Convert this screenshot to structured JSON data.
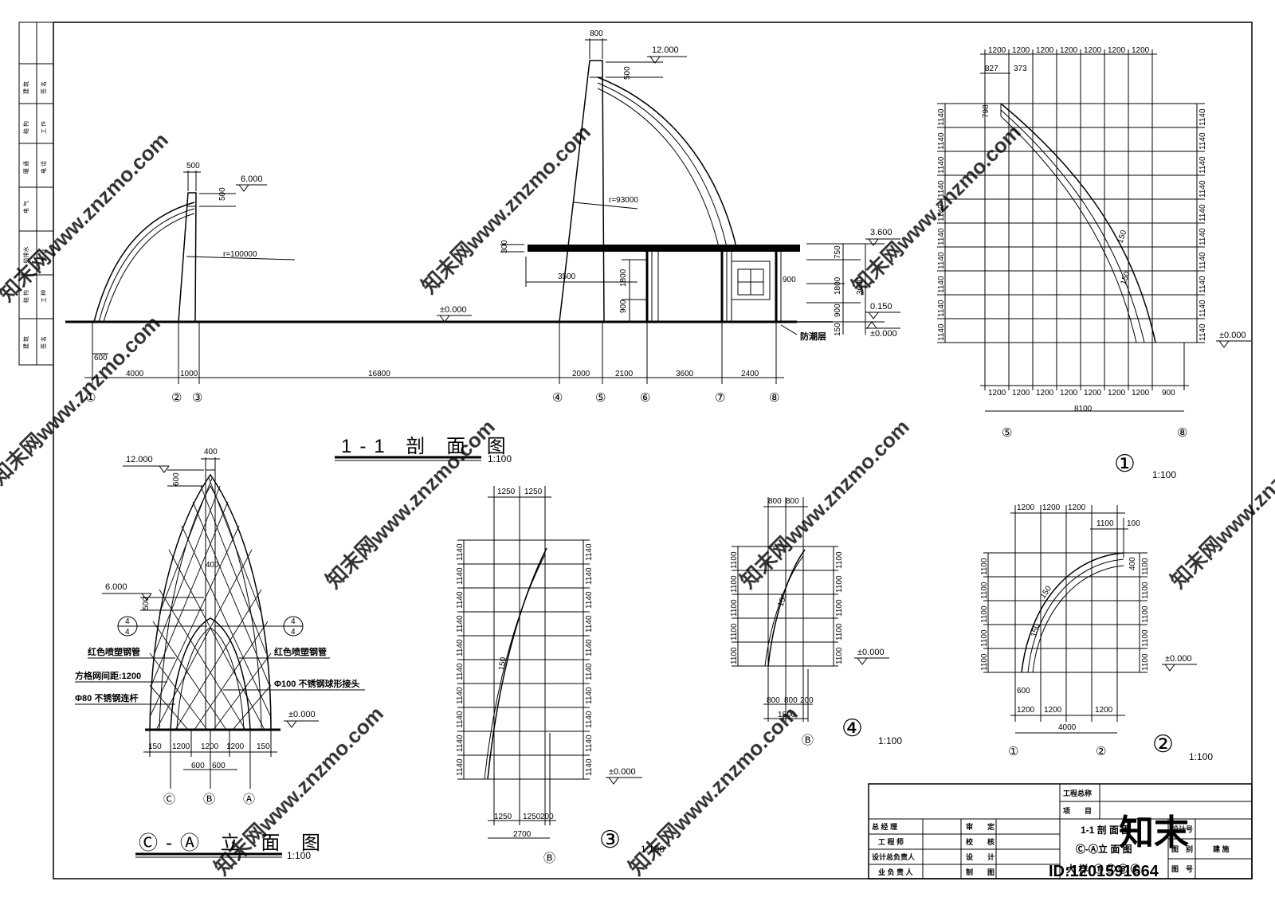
{
  "watermark": {
    "text": "知末网www.znzmo.com",
    "logo": "知末",
    "id": "ID:1201591664"
  },
  "section_1_1": {
    "title": "1-1 剖 面 图",
    "scale": "1:100",
    "axes": [
      "①",
      "②",
      "③",
      "④",
      "⑤",
      "⑥",
      "⑦",
      "⑧"
    ],
    "bottom_dims": [
      "4000",
      "1000",
      "16800",
      "2000",
      "2100",
      "3600",
      "2400"
    ],
    "small_dims": [
      "500",
      "500",
      "800",
      "500",
      "300",
      "600"
    ],
    "elev": [
      "6.000",
      "12.000",
      "±0.000",
      "3.600",
      "0.150",
      "±0.000"
    ],
    "vertical_dims": [
      "750",
      "1800",
      "900",
      "3600",
      "900",
      "150",
      "1800",
      "900"
    ],
    "radius_labels": [
      "r=100000",
      "r=93000"
    ],
    "span_3500": "3500",
    "layer_note": "防潮层"
  },
  "detail_1": {
    "label": "①",
    "scale": "1:100",
    "top_dims": [
      "1200",
      "1200",
      "1200",
      "1200",
      "1200",
      "1200",
      "1200"
    ],
    "offset_dims": [
      "827",
      "373"
    ],
    "side_dim": "1140",
    "top_small": "798",
    "arc_labels": [
      "150",
      "150"
    ],
    "bottom_dims": [
      "1200",
      "1200",
      "1200",
      "1200",
      "1200",
      "1200",
      "1200",
      "900"
    ],
    "total": "8100",
    "axes": [
      "⑤",
      "⑧"
    ],
    "elev": "±0.000"
  },
  "detail_2": {
    "label": "②",
    "scale": "1:100",
    "top_dims": [
      "1200",
      "1200",
      "1200",
      "1100",
      "100"
    ],
    "side_dim": "1100",
    "arc_labels": [
      "150",
      "150",
      "400"
    ],
    "bottom_dims": [
      "600",
      "1200",
      "1200",
      "1200"
    ],
    "total": "4000",
    "axes": [
      "①",
      "②"
    ],
    "elev": "±0.000"
  },
  "detail_3": {
    "label": "③",
    "scale": "1:100",
    "top_dims": [
      "1250",
      "1250"
    ],
    "side_dim": "1140",
    "arc_label": "150",
    "bottom_dims": [
      "1250",
      "1250",
      "200"
    ],
    "total": "2700",
    "axis": "Ⓑ",
    "elev": "±0.000"
  },
  "detail_4": {
    "label": "④",
    "scale": "1:100",
    "top_dims": [
      "800",
      "800"
    ],
    "side_dim": "1100",
    "arc_label": "150",
    "bottom_dims": [
      "800",
      "800",
      "200"
    ],
    "total": "1800",
    "axis": "Ⓑ",
    "elev": "±0.000"
  },
  "elevation_CA": {
    "title": "Ⓒ-Ⓐ 立 面 图",
    "scale": "1:100",
    "top_dims": [
      "400",
      "600",
      "400",
      "500"
    ],
    "elev": [
      "12.000",
      "6.000",
      "±0.000"
    ],
    "notes_left": [
      "红色喷塑钢管",
      "方格网间距:1200",
      "Φ80 不锈钢连杆"
    ],
    "notes_right": [
      "红色喷塑钢管",
      "Φ100 不锈钢球形接头"
    ],
    "section_marks": [
      "4",
      "4",
      "4",
      "4"
    ],
    "bottom_dims": [
      "150",
      "1200",
      "1200",
      "1200",
      "150"
    ],
    "half_dims": [
      "600",
      "600"
    ],
    "axes": [
      "Ⓒ",
      "Ⓑ",
      "Ⓐ"
    ]
  },
  "title_block": {
    "project_label": "工程总称",
    "project_sub": "项　　目",
    "rows": [
      {
        "role": "总 经 理",
        "check": "审　　定"
      },
      {
        "role": "工 程 师",
        "check": "校　　核"
      },
      {
        "role": "设计总负责人",
        "check": "设　　计"
      },
      {
        "role": "业 负 责 人",
        "check": "制　　图"
      }
    ],
    "drawing_names": [
      "1-1 剖 面 图",
      "Ⓒ-Ⓐ立 面 图",
      "大 样: ① ② ③ ④"
    ],
    "right_labels": [
      "设计号",
      "图　别",
      "图　号"
    ],
    "right_values": [
      "",
      "建 施",
      ""
    ]
  },
  "left_strip": {
    "cells": [
      "建 筑",
      "结 构",
      "给排水",
      "暖 通",
      "电 气",
      "建 筑",
      "结 构"
    ],
    "sub": [
      "签 名",
      "",
      "工 作",
      "电 话",
      "专 业",
      "签 名",
      "工 种"
    ]
  }
}
